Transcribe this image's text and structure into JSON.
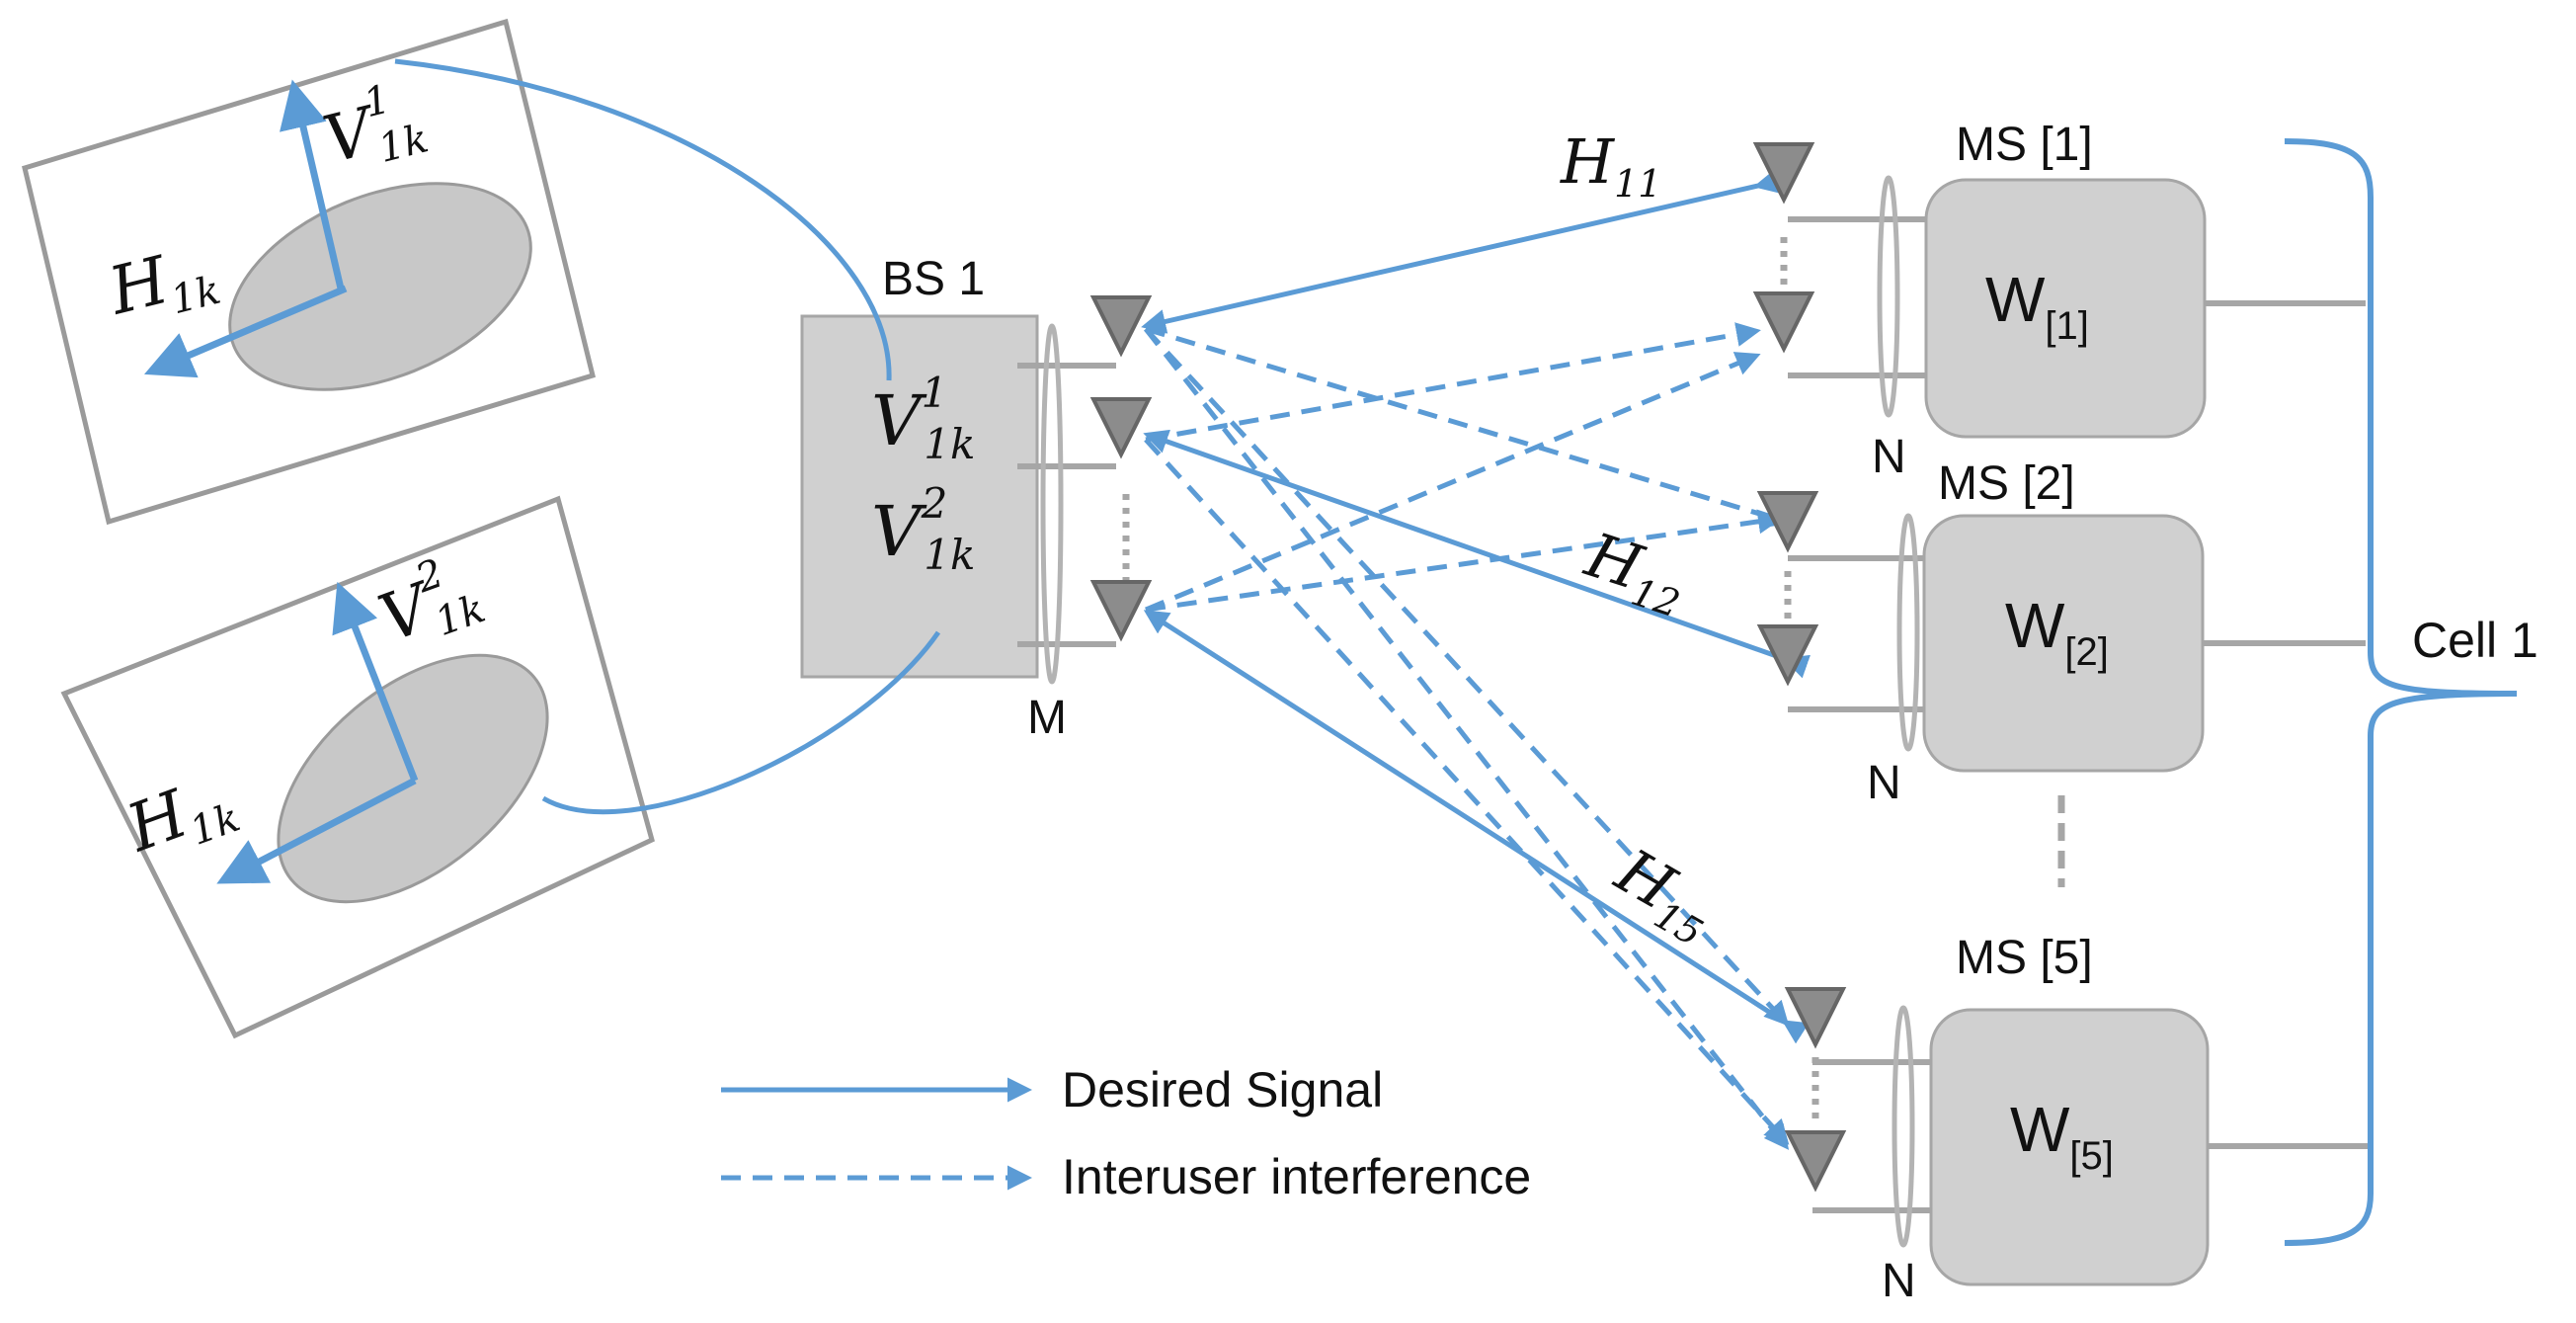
{
  "base_station": {
    "label": "BS 1",
    "precoder_1": {
      "base": "V",
      "sub": "1k",
      "sup": "1"
    },
    "precoder_2": {
      "base": "V",
      "sub": "1k",
      "sup": "2"
    },
    "antenna_count": "M"
  },
  "inset_1": {
    "channel": {
      "base": "H",
      "sub": "1k"
    },
    "precoder": {
      "base": "V",
      "sub": "1k",
      "sup": "1"
    }
  },
  "inset_2": {
    "channel": {
      "base": "H",
      "sub": "1k"
    },
    "precoder": {
      "base": "V",
      "sub": "1k",
      "sup": "2"
    }
  },
  "mobile_stations": [
    {
      "label": "MS [1]",
      "combiner": {
        "base": "W",
        "sub": "[1]"
      },
      "antenna_count": "N",
      "channel": {
        "base": "H",
        "sub": "11"
      }
    },
    {
      "label": "MS [2]",
      "combiner": {
        "base": "W",
        "sub": "[2]"
      },
      "antenna_count": "N",
      "channel": {
        "base": "H",
        "sub": "12"
      }
    },
    {
      "label": "MS [5]",
      "combiner": {
        "base": "W",
        "sub": "[5]"
      },
      "antenna_count": "N",
      "channel": {
        "base": "H",
        "sub": "15"
      }
    }
  ],
  "cell_label": "Cell 1",
  "legend": {
    "desired": "Desired Signal",
    "interference": "Interuser interference"
  },
  "colors": {
    "link": "#5b9bd5",
    "box_fill": "#d0d0d0",
    "box_stroke": "#a6a6a6",
    "antenna_fill": "#8c8c8c",
    "antenna_stroke": "#666666",
    "ellipse_fill": "#c8c8c8",
    "inset_border": "#9a9a9a"
  }
}
